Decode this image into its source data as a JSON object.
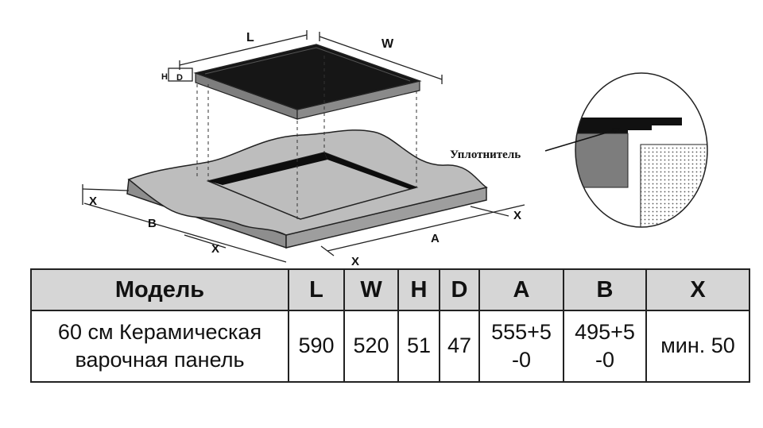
{
  "diagram": {
    "labels": {
      "L": "L",
      "W": "W",
      "H": "H",
      "D": "D",
      "A": "A",
      "B": "B",
      "X": "X",
      "seal": "Уплотнитель"
    },
    "colors": {
      "hob_glass": "#161616",
      "hob_frame": "#8a8a8a",
      "countertop": "#bdbdbd",
      "countertop_edge": "#8e8e8e",
      "cutout": "#0d0d0d",
      "outline": "#222222"
    }
  },
  "table": {
    "headers": [
      "Модель",
      "L",
      "W",
      "H",
      "D",
      "A",
      "B",
      "X"
    ],
    "row": {
      "model_line1": "60 см Керамическая",
      "model_line2": "варочная панель",
      "L": "590",
      "W": "520",
      "H": "51",
      "D": "47",
      "A_line1": "555+5",
      "A_line2": "-0",
      "B_line1": "495+5",
      "B_line2": "-0",
      "X": "мин. 50"
    }
  }
}
